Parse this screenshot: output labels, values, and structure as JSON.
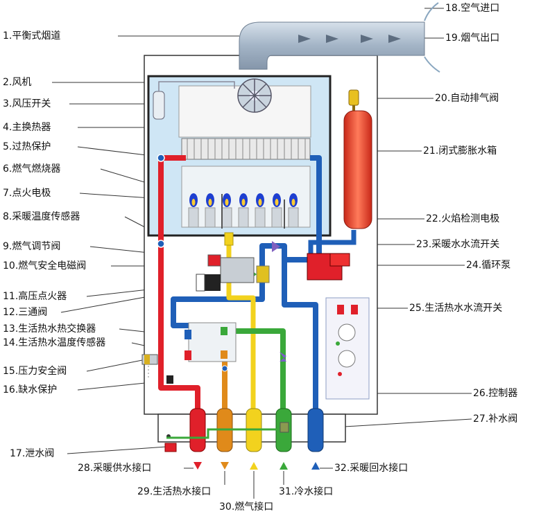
{
  "labels_left": [
    "1.平衡式烟道",
    "2.风机",
    "3.风压开关",
    "4.主换热器",
    "5.过热保护",
    "6.燃气燃烧器",
    "7.点火电极",
    "8.采暖温度传感器",
    "9.燃气调节阀",
    "10.燃气安全电磁阀",
    "11.高压点火器",
    "12.三通阀",
    "13.生活热水热交换器",
    "14.生活热水温度传感器",
    "15.压力安全阀",
    "16.缺水保护",
    "17.泄水阀"
  ],
  "labels_right": [
    "18.空气进口",
    "19.烟气出口",
    "20.自动排气阀",
    "21.闭式膨胀水箱",
    "22.火焰检测电极",
    "23.采暖水水流开关",
    "24.循环泵",
    "25.生活热水水流开关",
    "26.控制器",
    "27.补水阀"
  ],
  "labels_bottom": [
    "28.采暖供水接口",
    "29.生活热水接口",
    "30.燃气接口",
    "31.冷水接口",
    "32.采暖回水接口"
  ],
  "colors": {
    "heating_supply": "#e0202a",
    "heating_return": "#1f5fb8",
    "hot_water": "#e08a1a",
    "gas": "#f2d21e",
    "cold_water": "#3aa83a",
    "chamber": "#cfe6f5",
    "flue": "#a9b9c9",
    "expansion_tank": "#f0503a"
  }
}
